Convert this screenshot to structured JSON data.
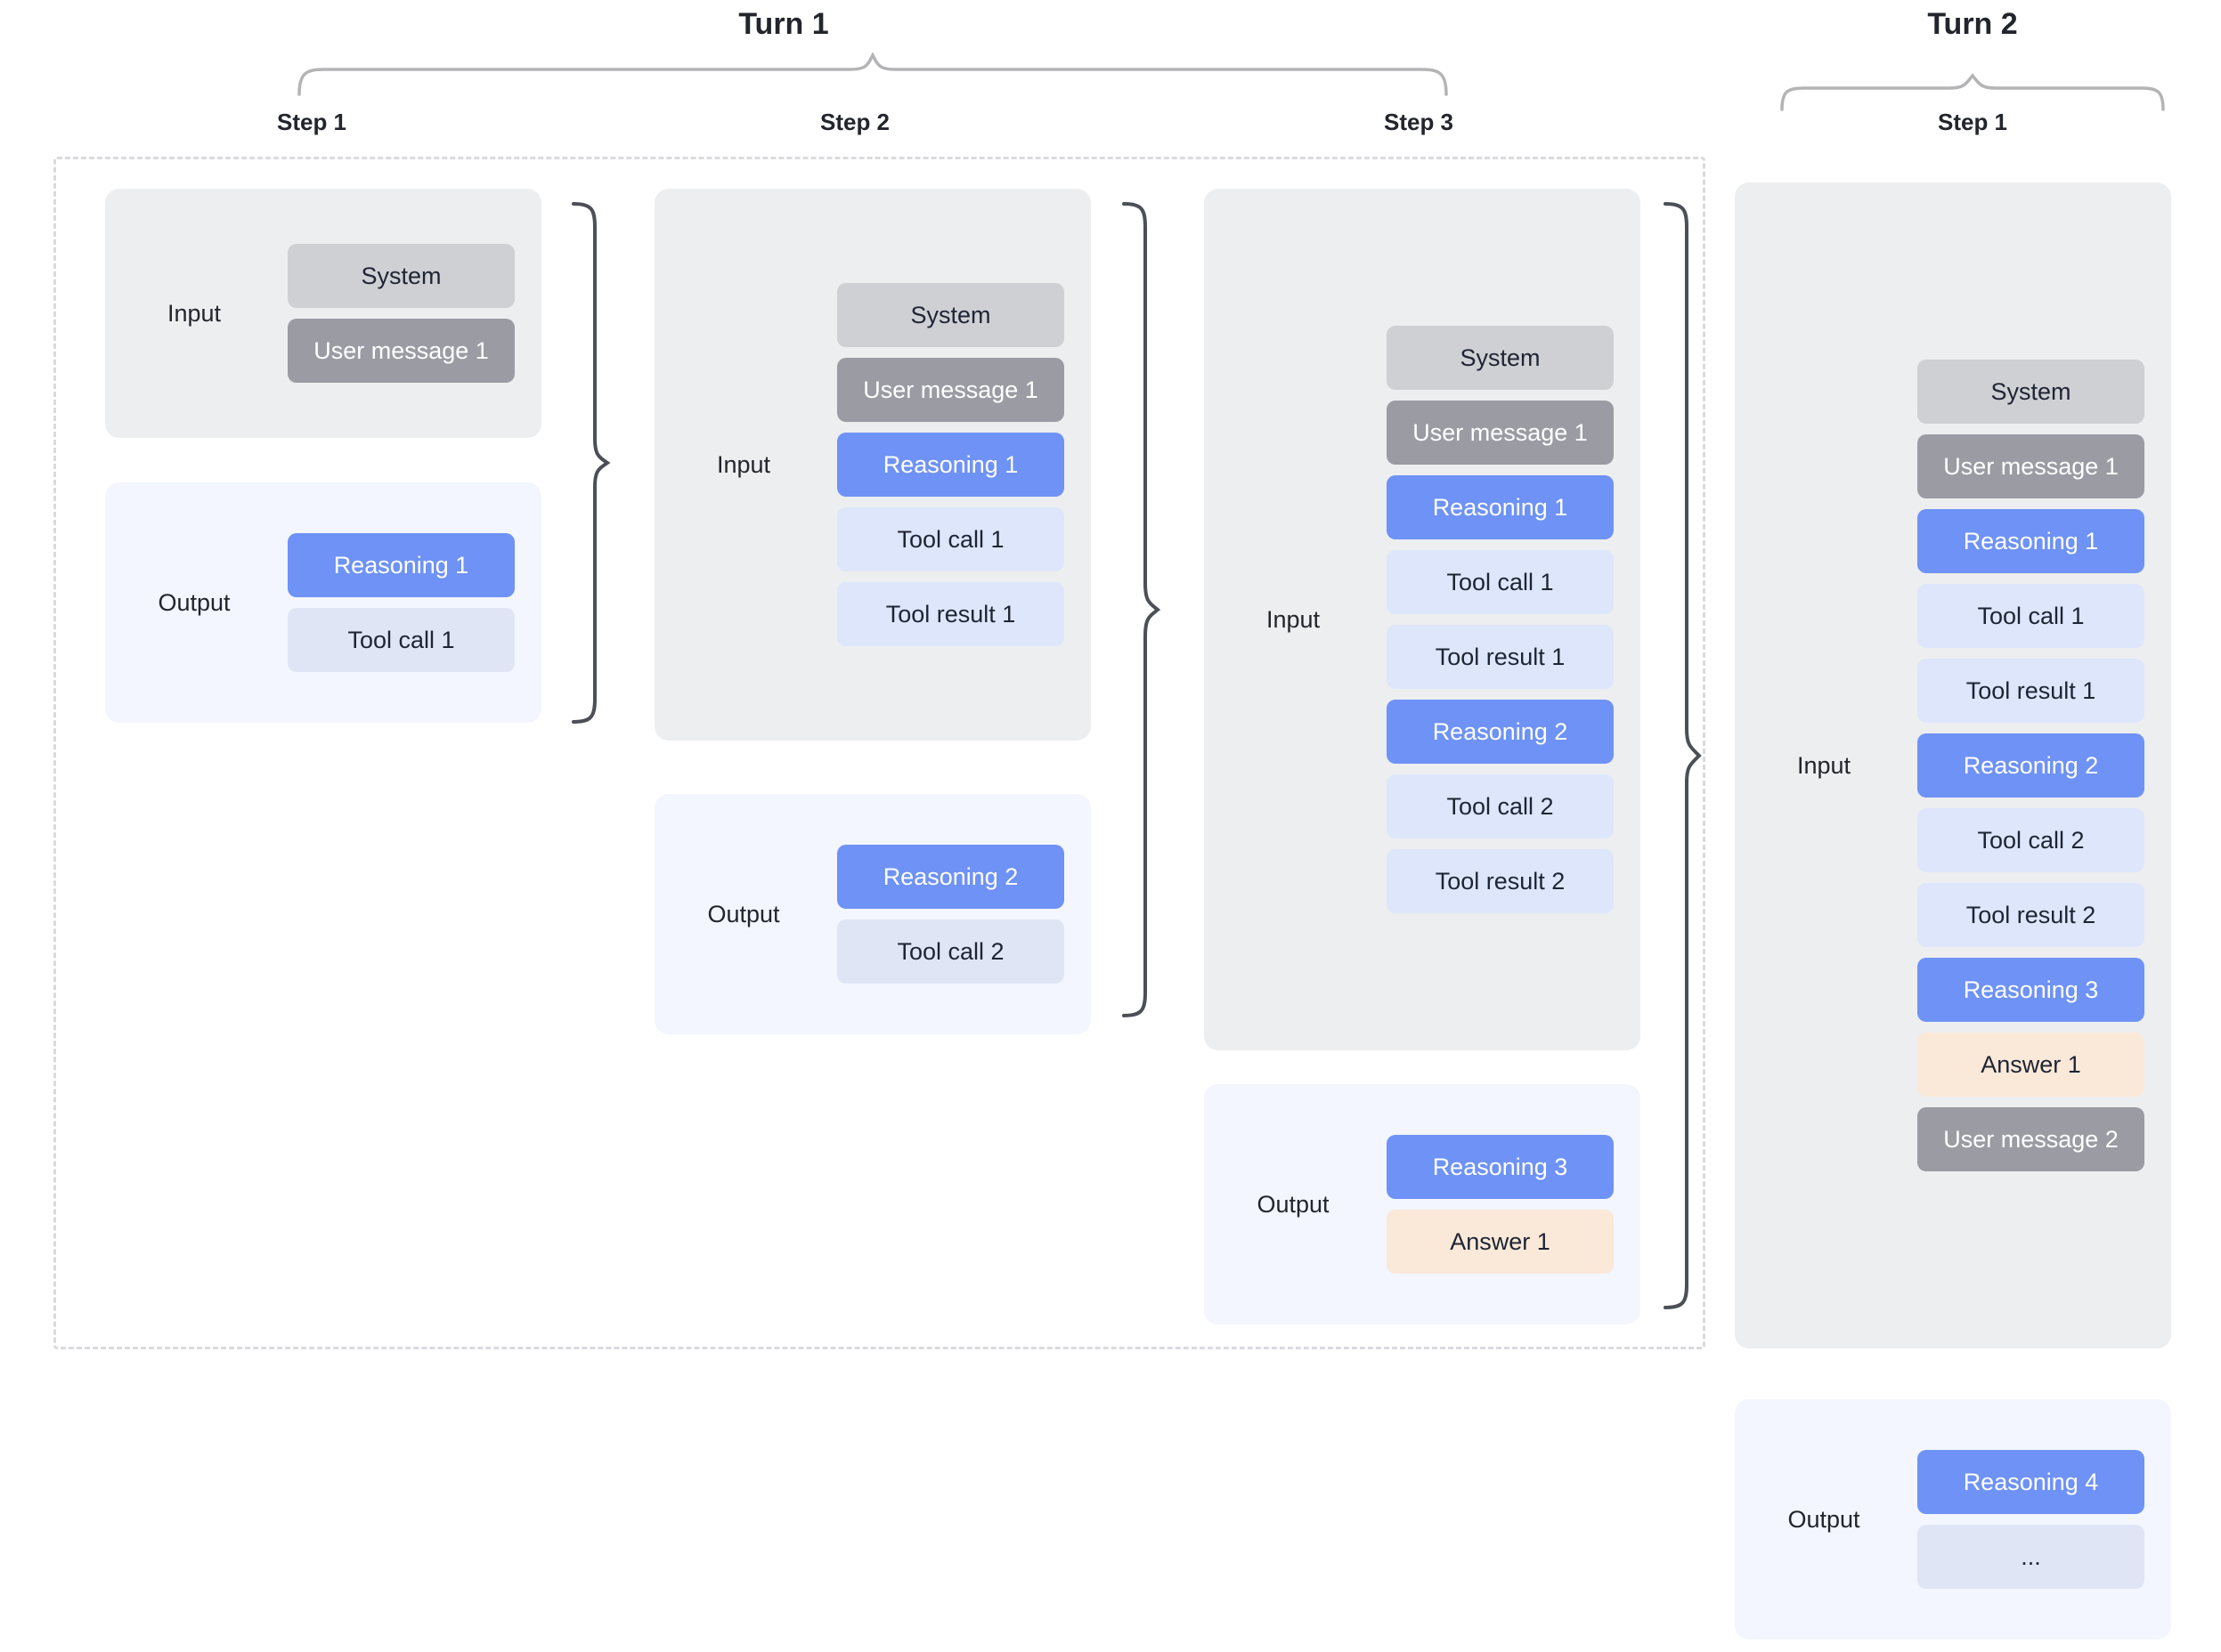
{
  "diagram": {
    "title_turn1": "Turn 1",
    "title_turn2": "Turn 2",
    "labels": {
      "input": "Input",
      "output": "Output"
    },
    "colors": {
      "system": "#cfd0d4",
      "user": "#9b9ca3",
      "reasoning": "#6e92f5",
      "tool": "#dde6fb",
      "answer": "#fae9d9",
      "input_container": "#edeef0",
      "output_container": "#f3f6fe",
      "brace_light": "#b4b4b6",
      "brace_dark": "#4d4f57",
      "dashed_border": "#d9dade"
    }
  },
  "turn1": {
    "title": "Turn 1",
    "steps": [
      {
        "title": "Step 1",
        "input": {
          "label": "Input",
          "items": [
            {
              "text": "System",
              "kind": "system"
            },
            {
              "text": "User message 1",
              "kind": "user"
            }
          ]
        },
        "output": {
          "label": "Output",
          "items": [
            {
              "text": "Reasoning 1",
              "kind": "reasoning"
            },
            {
              "text": "Tool call 1",
              "kind": "toolsoft"
            }
          ]
        }
      },
      {
        "title": "Step 2",
        "input": {
          "label": "Input",
          "items": [
            {
              "text": "System",
              "kind": "system"
            },
            {
              "text": "User message 1",
              "kind": "user"
            },
            {
              "text": "Reasoning 1",
              "kind": "reasoning"
            },
            {
              "text": "Tool call 1",
              "kind": "tool"
            },
            {
              "text": "Tool result 1",
              "kind": "tool"
            }
          ]
        },
        "output": {
          "label": "Output",
          "items": [
            {
              "text": "Reasoning 2",
              "kind": "reasoning"
            },
            {
              "text": "Tool call 2",
              "kind": "toolsoft"
            }
          ]
        }
      },
      {
        "title": "Step 3",
        "input": {
          "label": "Input",
          "items": [
            {
              "text": "System",
              "kind": "system"
            },
            {
              "text": "User message 1",
              "kind": "user"
            },
            {
              "text": "Reasoning 1",
              "kind": "reasoning"
            },
            {
              "text": "Tool call 1",
              "kind": "tool"
            },
            {
              "text": "Tool result 1",
              "kind": "tool"
            },
            {
              "text": "Reasoning 2",
              "kind": "reasoning"
            },
            {
              "text": "Tool call 2",
              "kind": "tool"
            },
            {
              "text": "Tool result 2",
              "kind": "tool"
            }
          ]
        },
        "output": {
          "label": "Output",
          "items": [
            {
              "text": "Reasoning 3",
              "kind": "reasoning"
            },
            {
              "text": "Answer 1",
              "kind": "answer"
            }
          ]
        }
      }
    ]
  },
  "turn2": {
    "title": "Turn 2",
    "steps": [
      {
        "title": "Step 1",
        "input": {
          "label": "Input",
          "items": [
            {
              "text": "System",
              "kind": "system"
            },
            {
              "text": "User message 1",
              "kind": "user"
            },
            {
              "text": "Reasoning 1",
              "kind": "reasoning"
            },
            {
              "text": "Tool call 1",
              "kind": "tool"
            },
            {
              "text": "Tool result 1",
              "kind": "tool"
            },
            {
              "text": "Reasoning 2",
              "kind": "reasoning"
            },
            {
              "text": "Tool call 2",
              "kind": "tool"
            },
            {
              "text": "Tool result 2",
              "kind": "tool"
            },
            {
              "text": "Reasoning 3",
              "kind": "reasoning"
            },
            {
              "text": "Answer 1",
              "kind": "answer"
            },
            {
              "text": "User message 2",
              "kind": "user"
            }
          ]
        },
        "output": {
          "label": "Output",
          "items": [
            {
              "text": "Reasoning 4",
              "kind": "reasoning"
            },
            {
              "text": "...",
              "kind": "toolsoft"
            }
          ]
        }
      }
    ]
  }
}
